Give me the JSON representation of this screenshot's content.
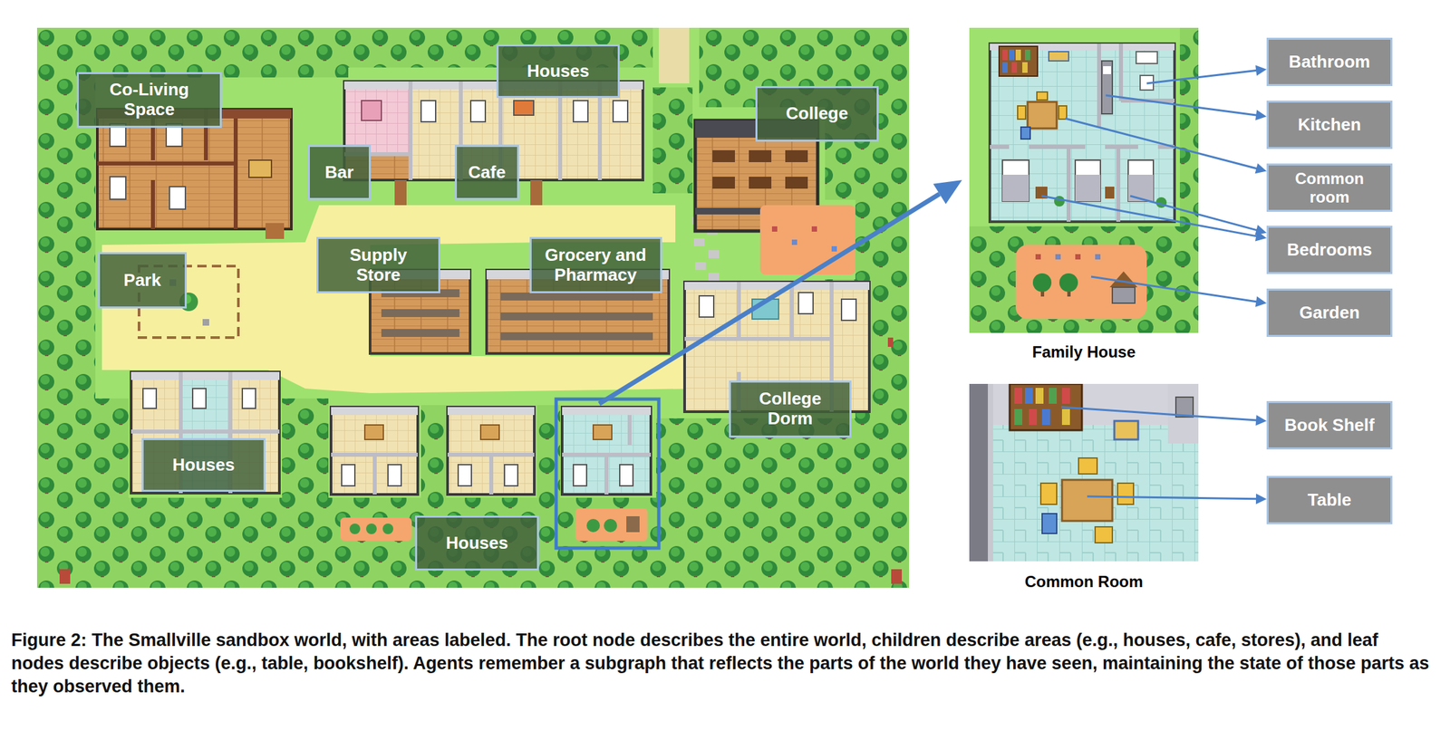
{
  "diagram": {
    "caption": "Figure 2: The Smallville sandbox world, with areas labeled. The root node describes the entire world, children describe areas (e.g., houses, cafe, stores), and leaf nodes describe objects (e.g., table, bookshelf). Agents remember a subgraph that reflects the parts of the world they have seen, maintaining the state of those parts as they observed them.",
    "nodes": [
      {
        "text": [
          "Houses"
        ]
      },
      {
        "text": [
          "Co-Living Space"
        ]
      },
      {
        "text": [
          "College"
        ]
      },
      {
        "text": [
          "Bar"
        ]
      },
      {
        "text": [
          "Cafe"
        ]
      },
      {
        "text": [
          "Supply Store"
        ]
      },
      {
        "text": [
          "Grocery and Pharmacy"
        ]
      },
      {
        "text": [
          "Park"
        ]
      },
      {
        "text": [
          "College Dorm"
        ]
      },
      {
        "text": [
          "Houses"
        ]
      },
      {
        "text": [
          "Houses"
        ]
      },
      {
        "text": [
          "Family House"
        ]
      },
      {
        "text": [
          "Bathroom"
        ]
      },
      {
        "text": [
          "Kitchen"
        ]
      },
      {
        "text": [
          "Common room"
        ]
      },
      {
        "text": [
          "Bedrooms"
        ]
      },
      {
        "text": [
          "Garden"
        ]
      },
      {
        "text": [
          "Common Room"
        ]
      },
      {
        "text": [
          "Book Shelf"
        ]
      },
      {
        "text": [
          "Table"
        ]
      }
    ],
    "edges": [
      {
        "from": 11,
        "to": 12,
        "arrow": "to"
      },
      {
        "from": 11,
        "to": 13,
        "arrow": "to"
      },
      {
        "from": 11,
        "to": 14,
        "arrow": "to"
      },
      {
        "from": 11,
        "to": 15,
        "arrow": "to"
      },
      {
        "from": 11,
        "to": 15,
        "arrow": "to"
      },
      {
        "from": 11,
        "to": 16,
        "arrow": "to"
      },
      {
        "from": 17,
        "to": 18,
        "arrow": "to"
      },
      {
        "from": 17,
        "to": 19,
        "arrow": "to"
      }
    ]
  }
}
